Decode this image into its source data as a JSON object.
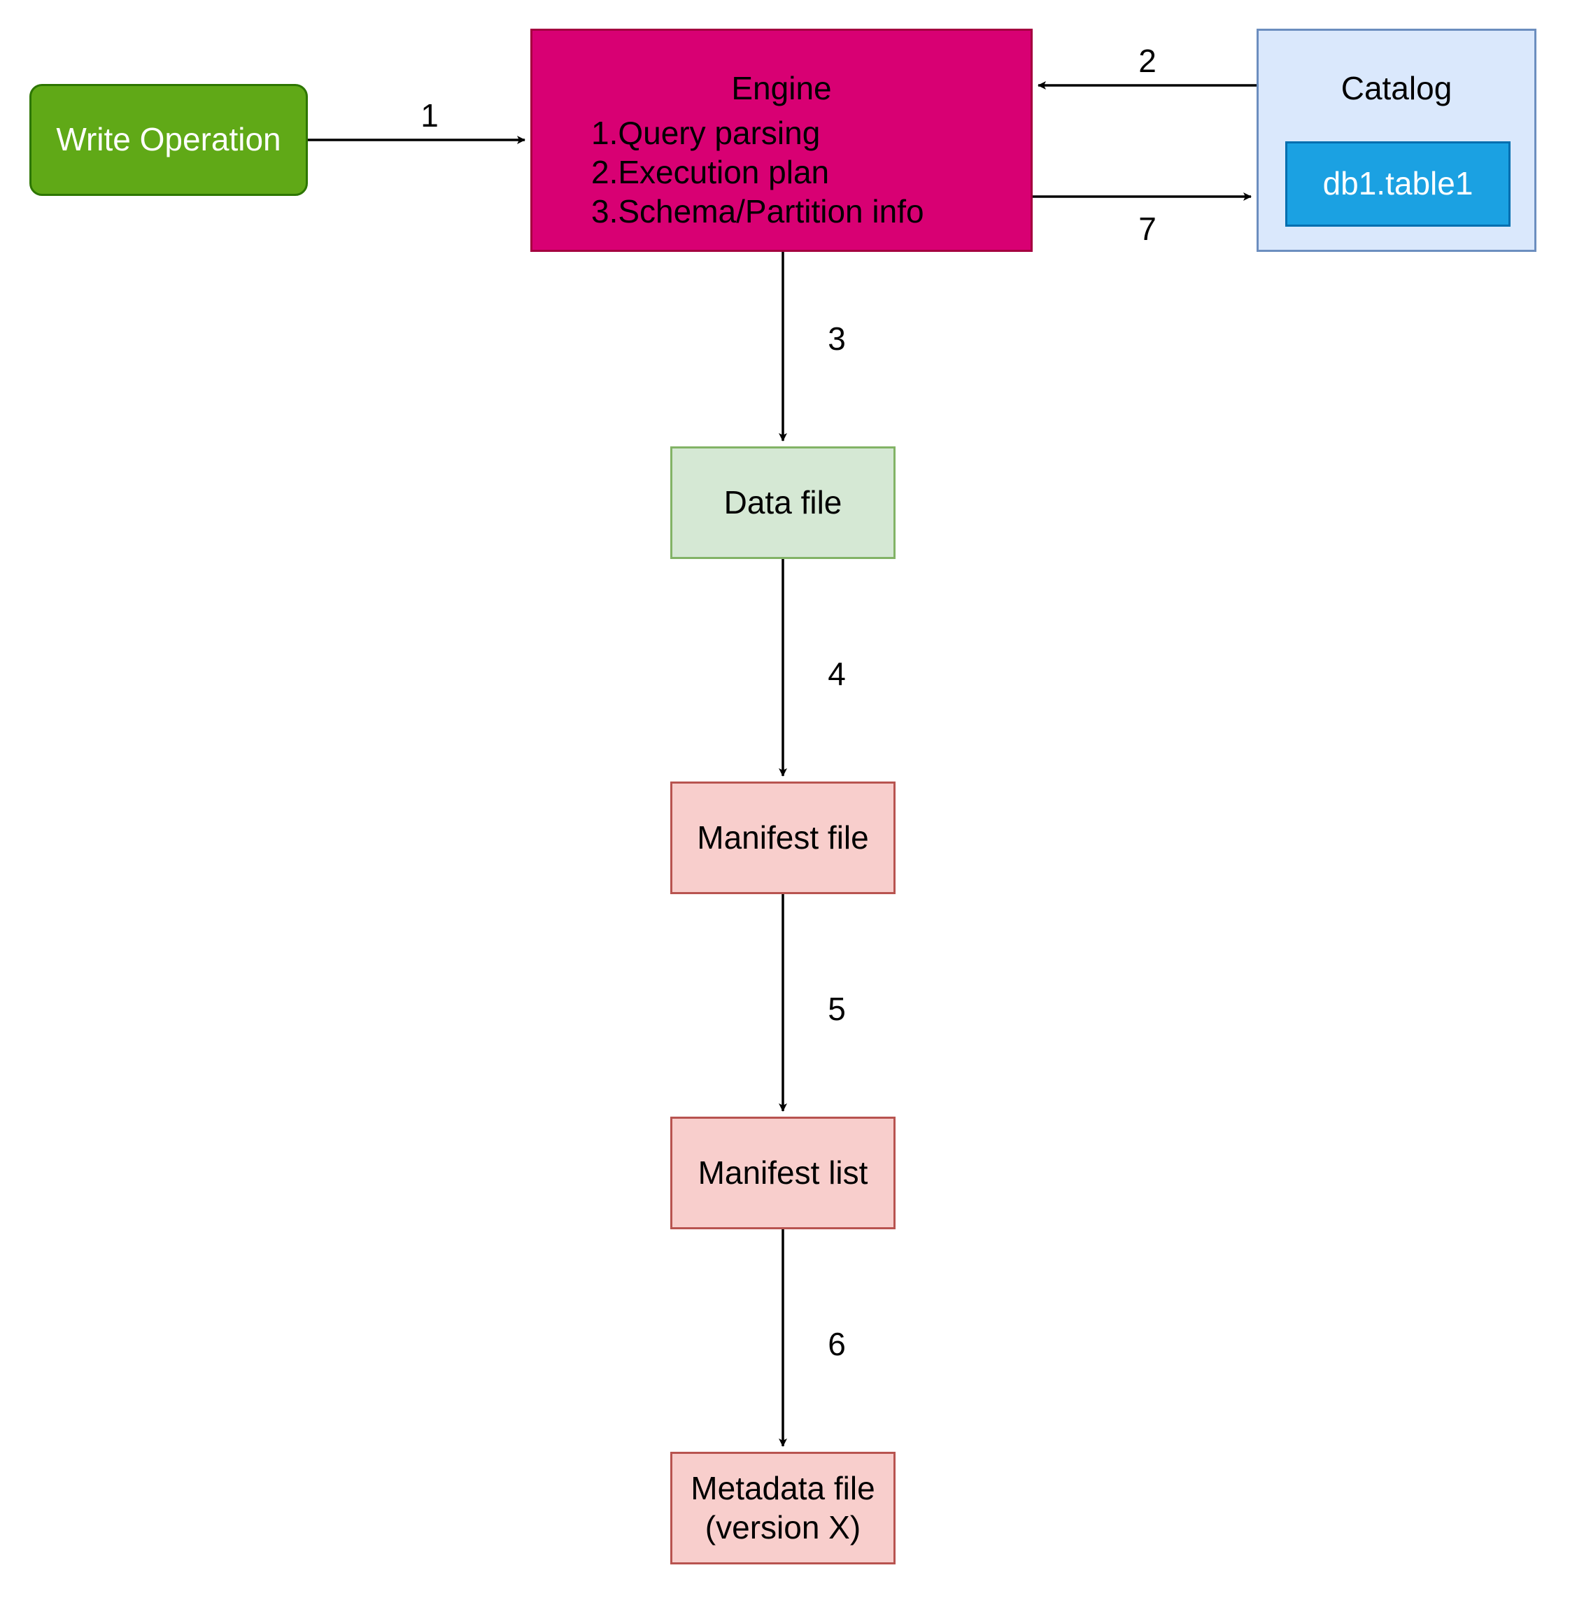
{
  "nodes": {
    "write_operation": "Write Operation",
    "engine": {
      "title": "Engine",
      "steps": [
        "1.Query parsing",
        "2.Execution plan",
        "3.Schema/Partition info"
      ]
    },
    "catalog": {
      "title": "Catalog",
      "table": "db1.table1"
    },
    "data_file": "Data file",
    "manifest_file": "Manifest file",
    "manifest_list": "Manifest list",
    "metadata_file": {
      "line1": "Metadata file",
      "line2": "(version X)"
    }
  },
  "edges": [
    {
      "from": "Write Operation",
      "to": "Engine",
      "label": "1"
    },
    {
      "from": "Catalog",
      "to": "Engine",
      "label": "2"
    },
    {
      "from": "Engine",
      "to": "Data file",
      "label": "3"
    },
    {
      "from": "Data file",
      "to": "Manifest file",
      "label": "4"
    },
    {
      "from": "Manifest file",
      "to": "Manifest list",
      "label": "5"
    },
    {
      "from": "Manifest list",
      "to": "Metadata file",
      "label": "6"
    },
    {
      "from": "Engine",
      "to": "Catalog",
      "label": "7"
    }
  ],
  "colors": {
    "write_operation_fill": "#60a917",
    "engine_fill": "#d80073",
    "catalog_fill": "#dae8fc",
    "table_fill": "#1ba1e2",
    "data_file_fill": "#d5e8d4",
    "metadata_fill": "#f8cecc"
  }
}
